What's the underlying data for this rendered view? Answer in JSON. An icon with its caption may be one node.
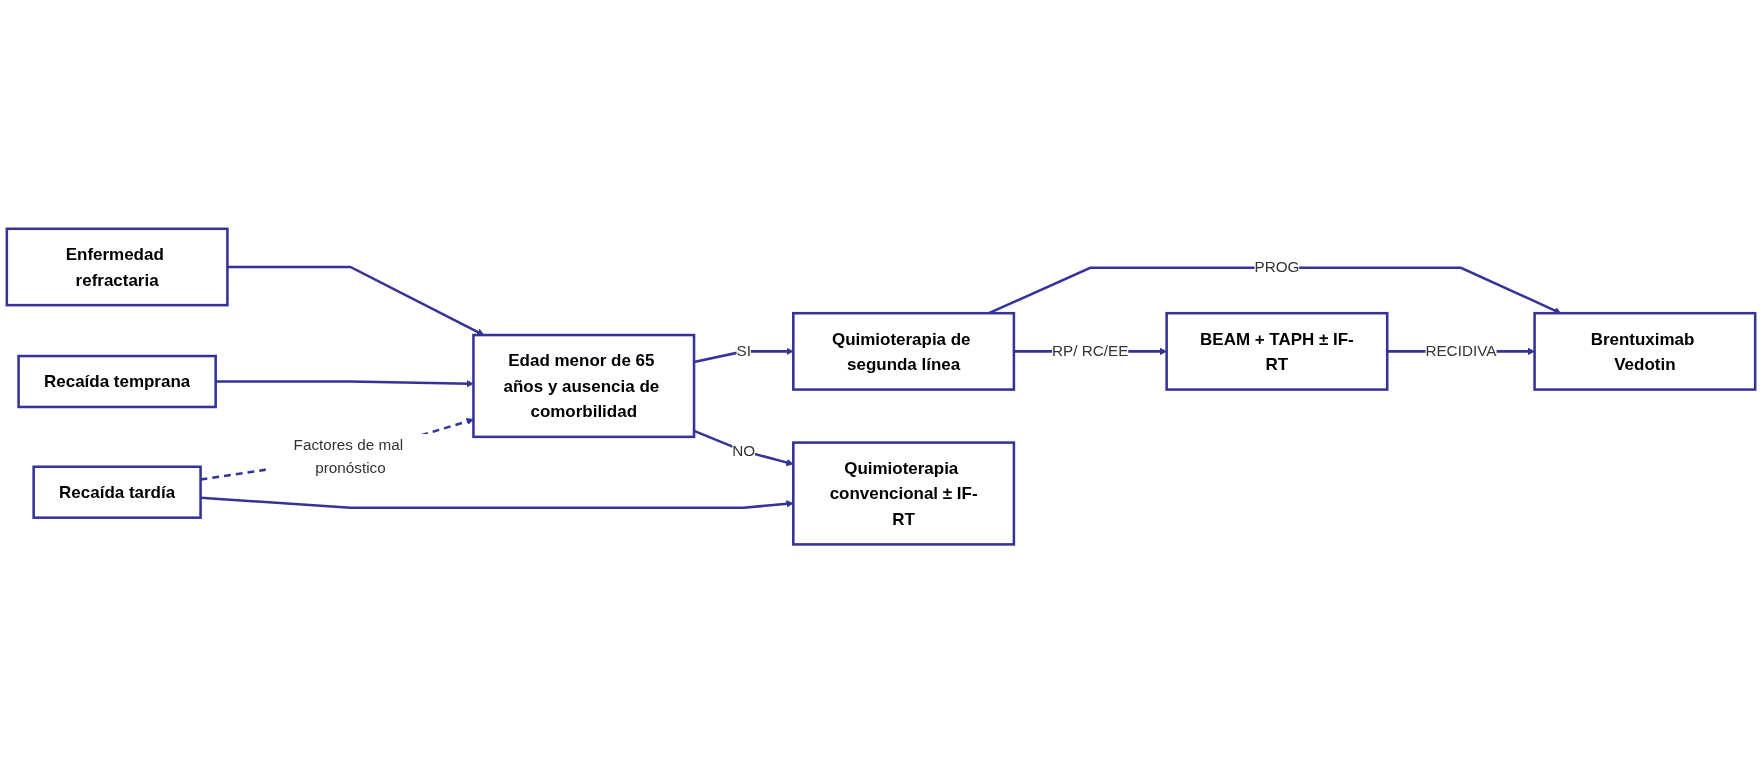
{
  "diagram": {
    "nodes": [
      {
        "text": [
          "Enfermedad refractaria"
        ]
      },
      {
        "text": [
          "Edad menor de 65 años y ausencia de comorbilidad"
        ]
      },
      {
        "text": [
          "Quimioterapia de segunda línea"
        ]
      },
      {
        "text": [
          "BEAM + TAPH ± IF-RT"
        ]
      },
      {
        "text": [
          "Recaída temprana"
        ]
      },
      {
        "text": [
          "Recaída tardía"
        ]
      },
      {
        "text": [
          "Quimioterapia convencional ± IF-RT"
        ]
      },
      {
        "text": [
          "Brentuximab Vedotin"
        ]
      }
    ],
    "edges": [
      {
        "from": 0,
        "to": 1,
        "arrow": "to"
      },
      {
        "from": 1,
        "to": 2,
        "arrow": "to",
        "label": "SI"
      },
      {
        "from": 2,
        "to": 3,
        "arrow": "to",
        "label": "RP/ RC/EE"
      },
      {
        "from": 4,
        "to": 1,
        "arrow": "to"
      },
      {
        "from": 5,
        "to": 1,
        "arrow": "to",
        "label": "Factores de mal pronóstico",
        "style": "dashed"
      },
      {
        "from": 1,
        "to": 6,
        "arrow": "to",
        "label": "NO"
      },
      {
        "from": 5,
        "to": 6,
        "arrow": "to"
      },
      {
        "from": 2,
        "to": 7,
        "arrow": "to",
        "label": "PROG"
      },
      {
        "from": 3,
        "to": 7,
        "arrow": "to",
        "label": "RECIDIVA"
      }
    ]
  }
}
